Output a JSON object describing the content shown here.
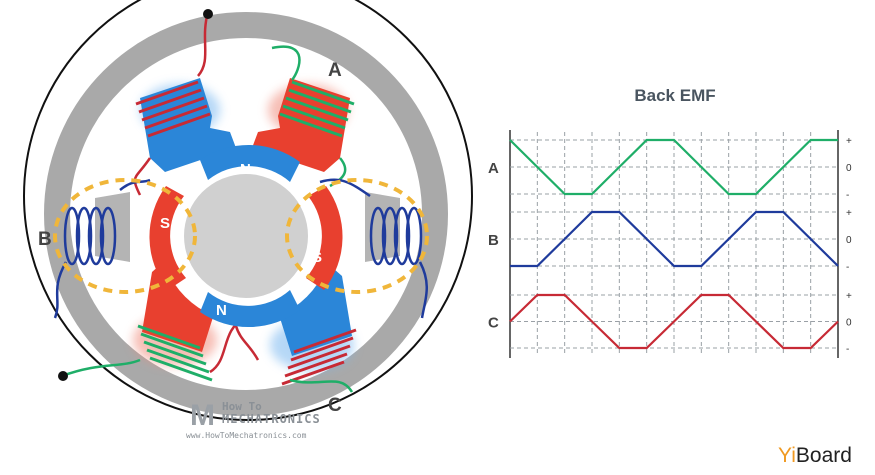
{
  "motor": {
    "phase_a": "A",
    "phase_b": "B",
    "phase_c": "C",
    "pole_north": "N",
    "pole_south": "S"
  },
  "emf": {
    "title": "Back EMF",
    "row_labels": [
      "A",
      "B",
      "C"
    ],
    "signs": [
      "+",
      "0",
      "-"
    ]
  },
  "chart_data": {
    "type": "line",
    "title": "Back EMF",
    "x": [
      0,
      1,
      2,
      3,
      4,
      5,
      6,
      7,
      8,
      9,
      10,
      11,
      12
    ],
    "series": [
      {
        "name": "A",
        "values": [
          1,
          0,
          -1,
          -1,
          0,
          1,
          1,
          0,
          -1,
          -1,
          0,
          1,
          1
        ]
      },
      {
        "name": "B",
        "values": [
          -1,
          -1,
          0,
          1,
          1,
          0,
          -1,
          -1,
          0,
          1,
          1,
          0,
          -1
        ]
      },
      {
        "name": "C",
        "values": [
          0,
          1,
          1,
          0,
          -1,
          -1,
          0,
          1,
          1,
          0,
          -1,
          -1,
          0
        ]
      }
    ],
    "ylim": [
      -1,
      1
    ],
    "grid": true,
    "colors": [
      "#1fae68",
      "#1f3b9c",
      "#c72a35"
    ]
  },
  "watermark": {
    "line1": "How To",
    "line2": "MECHATRONICS",
    "line3": "www.HowToMechatronics.com"
  },
  "brand": {
    "prefix": "Yi",
    "suffix": "Board"
  },
  "colors": {
    "red": "#e8402f",
    "blue": "#2b86d8",
    "gray": "#a8a8a8",
    "green": "#1fae68",
    "navy": "#1f3b9c",
    "orange": "#f0b63a"
  }
}
